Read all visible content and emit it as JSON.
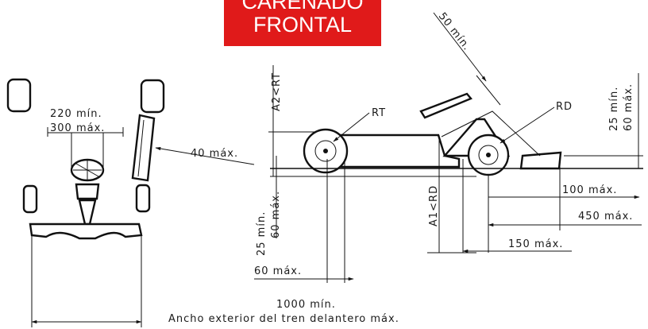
{
  "banner": {
    "line1": "CARENADO",
    "line2": "FRONTAL"
  },
  "labels": {
    "dim_220": "220 mín.",
    "dim_300": "300 máx.",
    "dim_40": "40 máx.",
    "dim_50": "50 mín.",
    "a2_rt": "A2<RT",
    "rt": "RT",
    "rd": "RD",
    "dim_25_60_right": [
      "25 mín.",
      "60 máx."
    ],
    "dim_25_60_left": [
      "25 mín.",
      "60 máx."
    ],
    "a1_rd": "A1<RD",
    "dim_100": "100 máx.",
    "dim_450": "450 máx.",
    "dim_150": "150 máx.",
    "dim_60": "60 máx.",
    "dim_1000": "1000 mín.",
    "caption": "Ancho exterior del tren delantero máx."
  }
}
